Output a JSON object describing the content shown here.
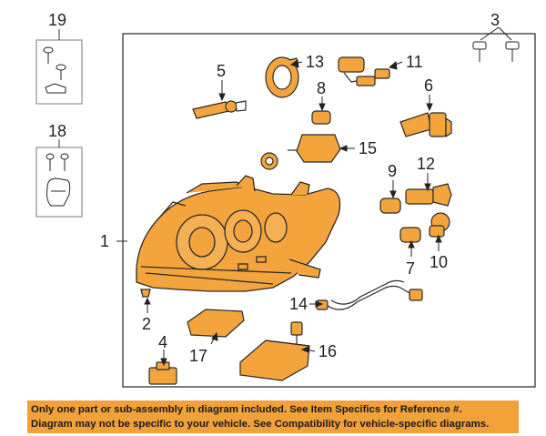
{
  "callouts": {
    "n1": "1",
    "n2": "2",
    "n3": "3",
    "n4": "4",
    "n5": "5",
    "n6": "6",
    "n7": "7",
    "n8": "8",
    "n9": "9",
    "n10": "10",
    "n11": "11",
    "n12": "12",
    "n13": "13",
    "n14": "14",
    "n15": "15",
    "n16": "16",
    "n17": "17",
    "n18": "18",
    "n19": "19"
  },
  "colors": {
    "part_highlight": "#f4a43c",
    "outline": "#2a2a2a",
    "footer_bg": "#f0a13a"
  },
  "footer": {
    "line1": "Only one part or sub-assembly in diagram included. See Item Specifics for Reference #.",
    "line2": "Diagram may not be specific to your vehicle. See Compatibility for vehicle-specific diagrams."
  }
}
